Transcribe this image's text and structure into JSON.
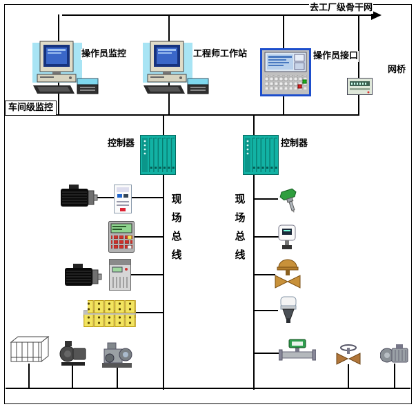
{
  "backbone": {
    "label": "去工厂级骨干网"
  },
  "workshop": {
    "label": "车间级监控"
  },
  "stations": {
    "operator_monitor": {
      "label": "操作员监控"
    },
    "engineer_station": {
      "label": "工程师工作站"
    },
    "operator_interface": {
      "label": "操作员接口"
    },
    "bridge": {
      "label": "网桥"
    }
  },
  "controllers": {
    "left": {
      "label": "控制器"
    },
    "right": {
      "label": "控制器"
    }
  },
  "fieldbus": {
    "left": {
      "label": "现场总线"
    },
    "right": {
      "label": "现场总线"
    }
  },
  "colors": {
    "line": "#000000",
    "controller_teal": "#12b2a4",
    "workstation_cyan": "#a8e4f4",
    "hmi_frame_blue": "#1d4ecc",
    "terminal_yellow": "#f2e460",
    "valve_bronze": "#c8913a",
    "instrument_green": "#2f9e4e",
    "printer_cyan": "#7fd8ee"
  },
  "icons": [
    "computer-workstation-icon",
    "hmi-panel-icon",
    "network-bridge-icon",
    "plc-controller-icon",
    "motor-icon",
    "contactor-icon",
    "operator-panel-icon",
    "inverter-drive-icon",
    "terminal-blocks-icon",
    "thermocouple-icon",
    "transmitter-icon",
    "control-valve-icon",
    "level-sensor-icon",
    "flow-meter-icon",
    "plc-rack-drawing-icon",
    "pump-icon",
    "compressor-icon",
    "hand-valve-icon",
    "motor-pump-icon"
  ]
}
